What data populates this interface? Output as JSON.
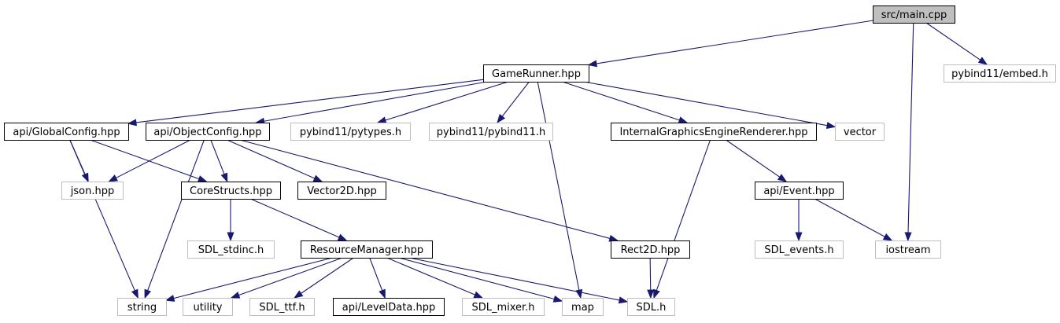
{
  "colors": {
    "edge": "#191970",
    "project_border": "#000000",
    "external_border": "#bfbfbf",
    "root_fill": "#bfbfbf",
    "fill": "#ffffff",
    "text": "#000000"
  },
  "nodes": {
    "main": {
      "label": "src/main.cpp",
      "kind": "root"
    },
    "gamerunner": {
      "label": "GameRunner.hpp",
      "kind": "project"
    },
    "embed": {
      "label": "pybind11/embed.h",
      "kind": "external"
    },
    "globalconfig": {
      "label": "api/GlobalConfig.hpp",
      "kind": "project"
    },
    "objectconfig": {
      "label": "api/ObjectConfig.hpp",
      "kind": "project"
    },
    "pytypes": {
      "label": "pybind11/pytypes.h",
      "kind": "external"
    },
    "pybind11": {
      "label": "pybind11/pybind11.h",
      "kind": "external"
    },
    "igerenderer": {
      "label": "InternalGraphicsEngineRenderer.hpp",
      "kind": "project"
    },
    "vector": {
      "label": "vector",
      "kind": "external"
    },
    "json": {
      "label": "json.hpp",
      "kind": "external"
    },
    "corestructs": {
      "label": "CoreStructs.hpp",
      "kind": "project"
    },
    "vector2d": {
      "label": "Vector2D.hpp",
      "kind": "project"
    },
    "event": {
      "label": "api/Event.hpp",
      "kind": "project"
    },
    "sdl_stdinc": {
      "label": "SDL_stdinc.h",
      "kind": "external"
    },
    "resourcemanager": {
      "label": "ResourceManager.hpp",
      "kind": "project"
    },
    "rect2d": {
      "label": "Rect2D.hpp",
      "kind": "project"
    },
    "sdl_events": {
      "label": "SDL_events.h",
      "kind": "external"
    },
    "iostream": {
      "label": "iostream",
      "kind": "external"
    },
    "string": {
      "label": "string",
      "kind": "external"
    },
    "utility": {
      "label": "utility",
      "kind": "external"
    },
    "sdl_ttf": {
      "label": "SDL_ttf.h",
      "kind": "external"
    },
    "leveldata": {
      "label": "api/LevelData.hpp",
      "kind": "project"
    },
    "sdl_mixer": {
      "label": "SDL_mixer.h",
      "kind": "external"
    },
    "map": {
      "label": "map",
      "kind": "external"
    },
    "sdl": {
      "label": "SDL.h",
      "kind": "external"
    }
  },
  "edges": [
    [
      "main",
      "gamerunner"
    ],
    [
      "main",
      "embed"
    ],
    [
      "main",
      "iostream"
    ],
    [
      "gamerunner",
      "globalconfig"
    ],
    [
      "gamerunner",
      "objectconfig"
    ],
    [
      "gamerunner",
      "pytypes"
    ],
    [
      "gamerunner",
      "pybind11"
    ],
    [
      "gamerunner",
      "igerenderer"
    ],
    [
      "gamerunner",
      "vector"
    ],
    [
      "gamerunner",
      "map"
    ],
    [
      "globalconfig",
      "json"
    ],
    [
      "globalconfig",
      "corestructs"
    ],
    [
      "globalconfig",
      "string"
    ],
    [
      "objectconfig",
      "json"
    ],
    [
      "objectconfig",
      "corestructs"
    ],
    [
      "objectconfig",
      "vector2d"
    ],
    [
      "objectconfig",
      "rect2d"
    ],
    [
      "objectconfig",
      "string"
    ],
    [
      "igerenderer",
      "event"
    ],
    [
      "igerenderer",
      "sdl"
    ],
    [
      "corestructs",
      "sdl_stdinc"
    ],
    [
      "corestructs",
      "resourcemanager"
    ],
    [
      "event",
      "sdl_events"
    ],
    [
      "event",
      "iostream"
    ],
    [
      "resourcemanager",
      "string"
    ],
    [
      "resourcemanager",
      "utility"
    ],
    [
      "resourcemanager",
      "sdl_ttf"
    ],
    [
      "resourcemanager",
      "leveldata"
    ],
    [
      "resourcemanager",
      "sdl_mixer"
    ],
    [
      "resourcemanager",
      "map"
    ],
    [
      "resourcemanager",
      "sdl"
    ],
    [
      "rect2d",
      "sdl"
    ]
  ]
}
